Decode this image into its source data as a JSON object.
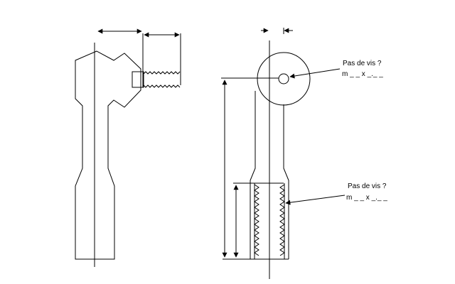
{
  "annotations": {
    "top_question": "Pas de vis ?",
    "top_format": "m _ _ x _._ _",
    "bottom_question": "Pas de vis ?",
    "bottom_format": "m _ _ x _._ _"
  },
  "colors": {
    "line": "#000000",
    "background": "#ffffff"
  }
}
